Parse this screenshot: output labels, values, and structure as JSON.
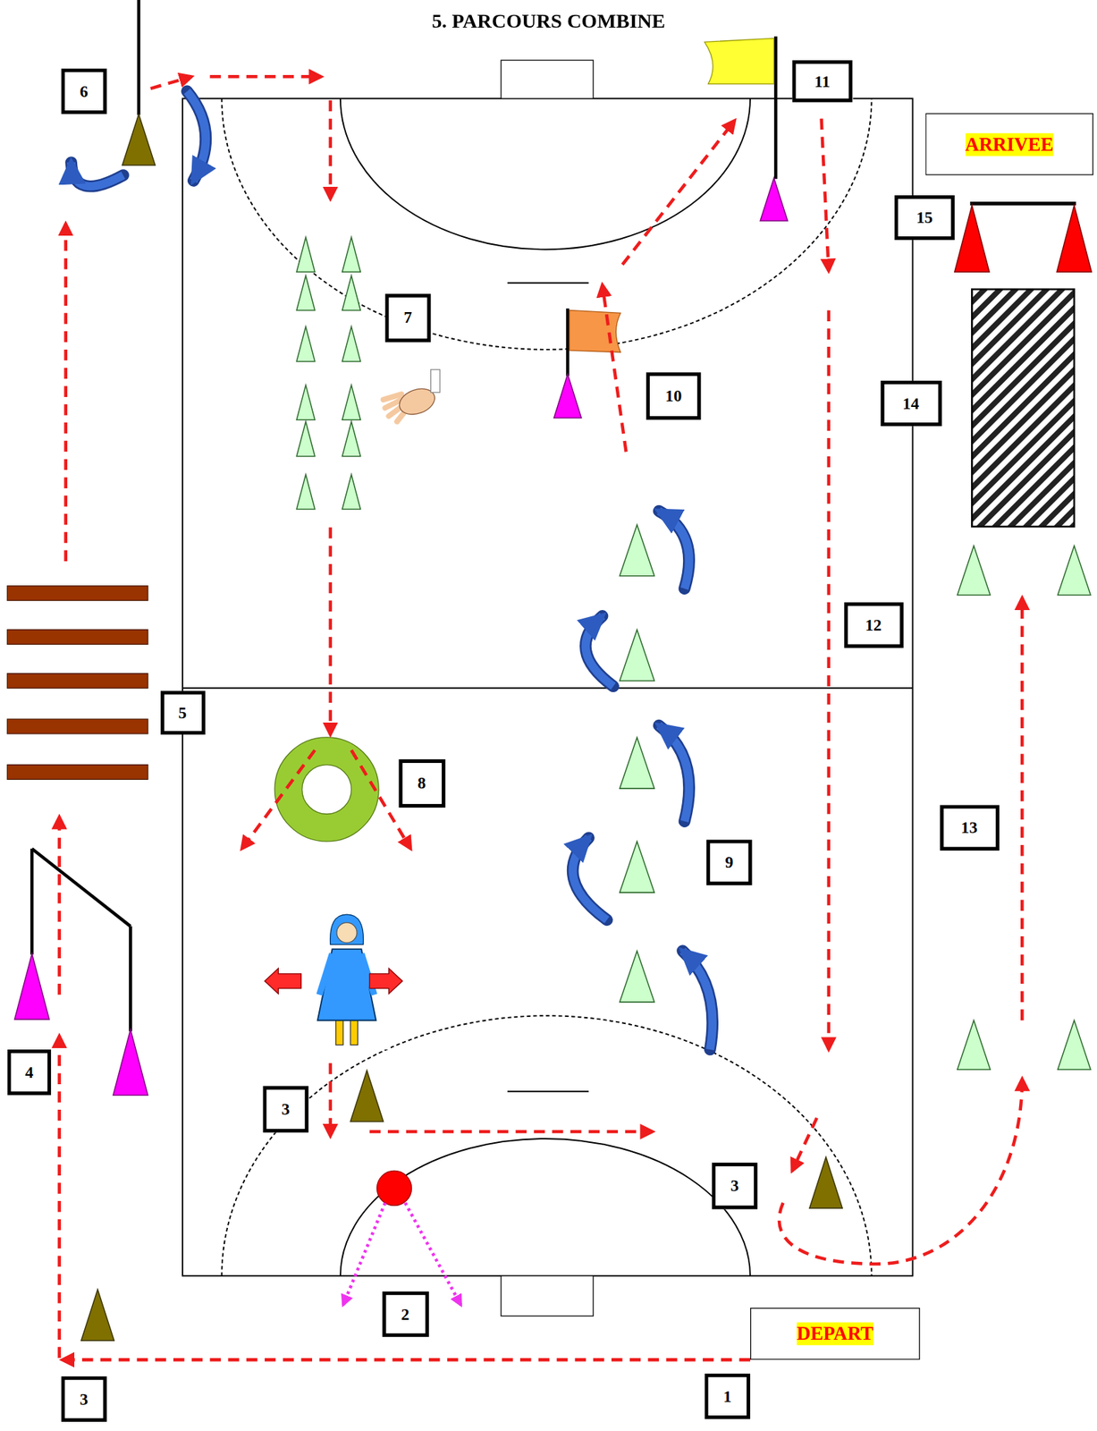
{
  "diagram": {
    "title": "5. PARCOURS COMBINE",
    "nodes": [
      {
        "text": [
          "6"
        ]
      },
      {
        "text": [
          "11"
        ]
      },
      {
        "text": [
          "ARRIVEE"
        ]
      },
      {
        "text": [
          "15"
        ]
      },
      {
        "text": [
          "7"
        ]
      },
      {
        "text": [
          "10"
        ]
      },
      {
        "text": [
          "14"
        ]
      },
      {
        "text": [
          "12"
        ]
      },
      {
        "text": [
          "5"
        ]
      },
      {
        "text": [
          "8"
        ]
      },
      {
        "text": [
          "13"
        ]
      },
      {
        "text": [
          "9"
        ]
      },
      {
        "text": [
          "4"
        ]
      },
      {
        "text": [
          "3"
        ]
      },
      {
        "text": [
          "3"
        ]
      },
      {
        "text": [
          "2"
        ]
      },
      {
        "text": [
          "DEPART"
        ]
      },
      {
        "text": [
          "3"
        ]
      },
      {
        "text": [
          "1"
        ]
      }
    ]
  }
}
